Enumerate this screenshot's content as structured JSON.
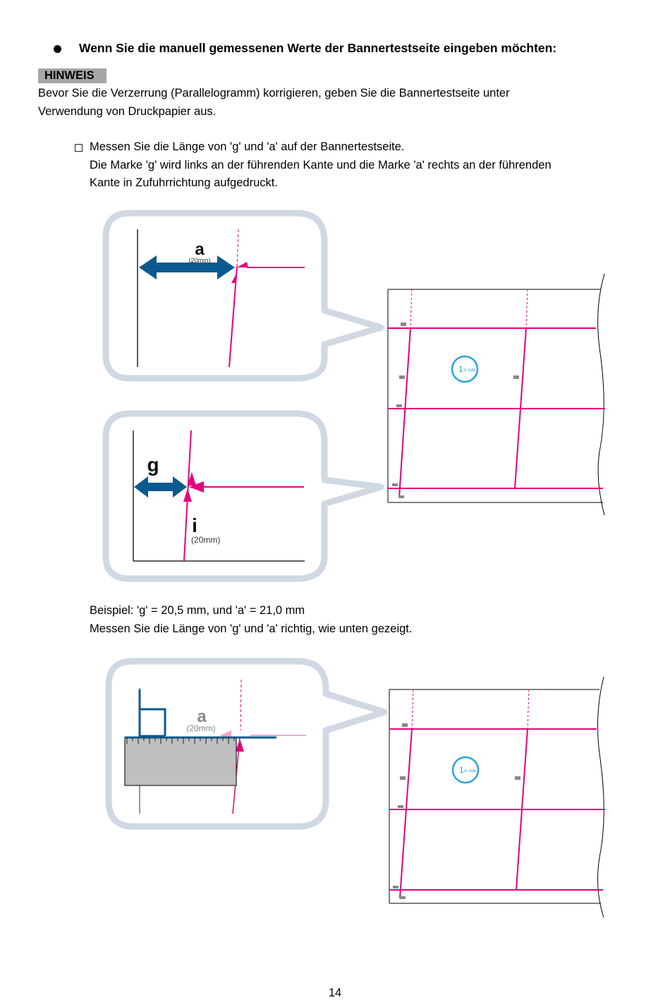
{
  "heading": "Wenn Sie die manuell gemessenen Werte der Bannertestseite eingeben möchten:",
  "note_label": "HINWEIS",
  "note_lines": [
    "Bevor Sie die Verzerrung (Parallelogramm) korrigieren, geben Sie die Bannertestseite unter",
    "Verwendung von Druckpapier aus."
  ],
  "step_lines": [
    "Messen Sie die Länge von 'g' und 'a' auf der Bannertestseite.",
    "Die Marke 'g' wird links an der führenden Kante und die Marke 'a' rechts an der führenden",
    "Kante in Zufuhrrichtung aufgedruckt."
  ],
  "example_lines": [
    "Beispiel: 'g' = 20,5 mm, und 'a' = 21,0 mm",
    "Messen Sie die Länge von 'g' und 'a' richtig, wie unten gezeigt."
  ],
  "figure": {
    "mark_a": "a",
    "mark_g": "g",
    "mark_i": "i",
    "dim_20mm": "(20mm)",
    "side_badge_num": "1",
    "side_badge_text": "st side"
  },
  "colors": {
    "magenta": "#e5007e",
    "blue_arrow": "#0b5a8f",
    "bubble_border": "#cfd8e3",
    "badge_grey": "#a6a6a6",
    "ruler_grey": "#bfbfbf",
    "side_badge": "#2aa3dc"
  },
  "page_number": "14"
}
